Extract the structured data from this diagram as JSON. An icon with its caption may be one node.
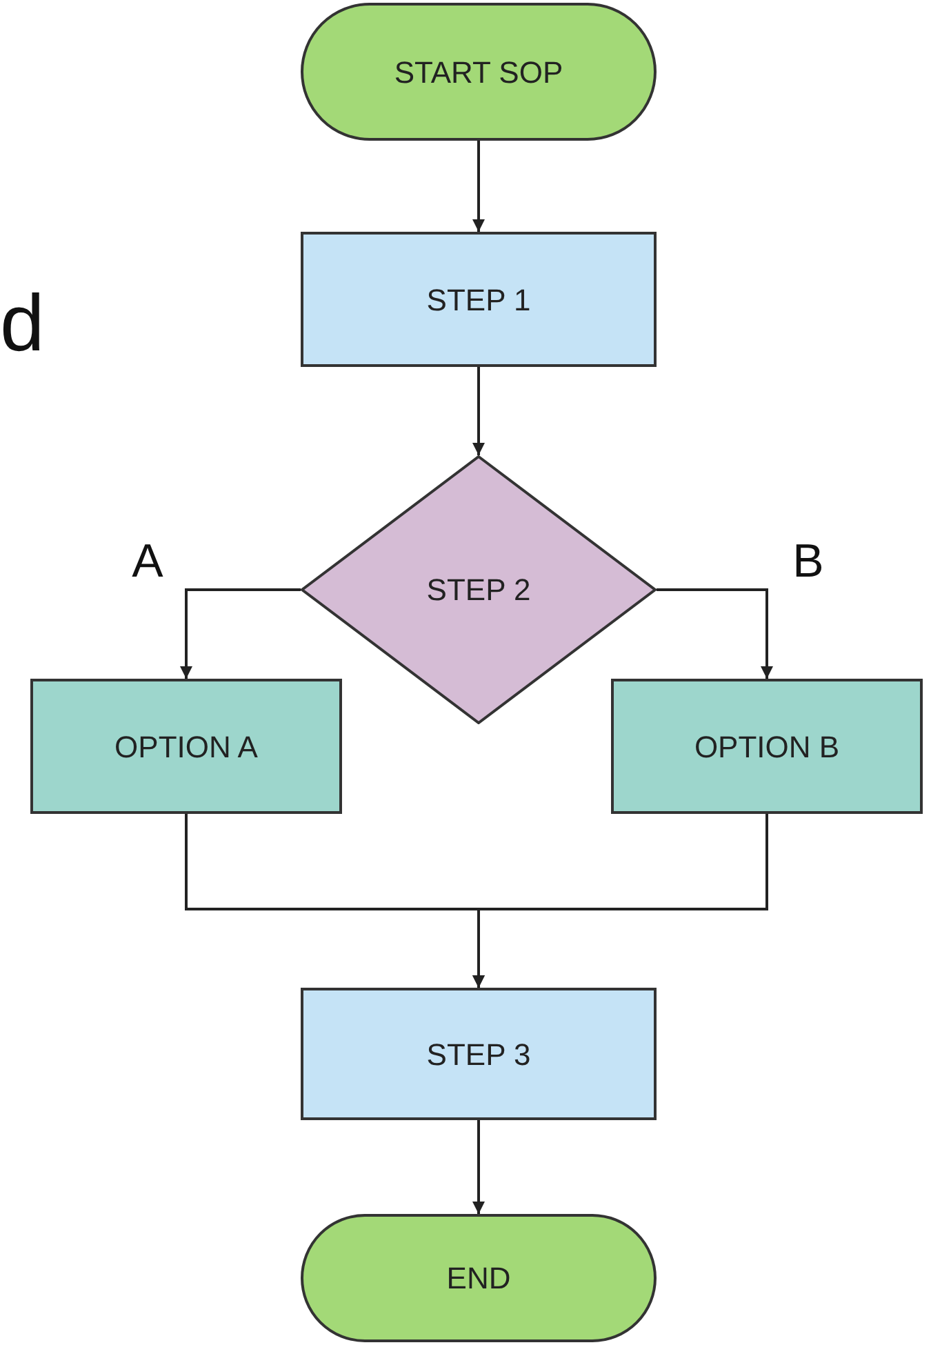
{
  "diagram": {
    "nodes": [
      {
        "text": [
          "START SOP"
        ]
      },
      {
        "text": [
          "STEP 1"
        ]
      },
      {
        "text": [
          "STEP 2"
        ]
      },
      {
        "text": [
          "OPTION A"
        ]
      },
      {
        "text": [
          "OPTION B"
        ]
      },
      {
        "text": [
          "STEP 3"
        ]
      },
      {
        "text": [
          "END"
        ]
      }
    ],
    "edges": [
      {
        "from": 0,
        "to": 1,
        "arrow": "to"
      },
      {
        "from": 1,
        "to": 2,
        "arrow": "to"
      },
      {
        "from": 2,
        "to": 3,
        "arrow": "to",
        "label": "A"
      },
      {
        "from": 2,
        "to": 4,
        "arrow": "to",
        "label": "B"
      },
      {
        "from": 3,
        "to": 5,
        "arrow": "to"
      },
      {
        "from": 4,
        "to": 5,
        "arrow": "to"
      },
      {
        "from": 5,
        "to": 6,
        "arrow": "to"
      }
    ],
    "labels": [
      "d"
    ]
  }
}
